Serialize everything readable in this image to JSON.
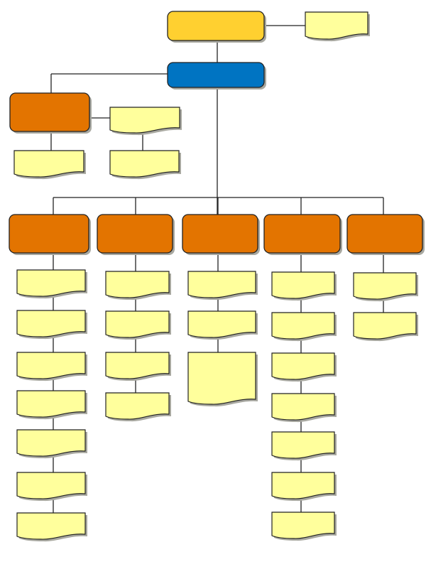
{
  "colors": {
    "root": "#FFD030",
    "manager": "#0074C2",
    "department": "#E37400",
    "document": "#FFFF9C",
    "stroke": "#222222",
    "shadow": "#A8A8A0"
  },
  "chart_data": {
    "type": "org-chart",
    "nodes": {
      "root": {
        "kind": "rounded-box",
        "note_documents": 1
      },
      "manager": {
        "kind": "rounded-box"
      },
      "left_department": {
        "kind": "rounded-box",
        "side_document_chain": 2,
        "child_documents": 1
      },
      "departments": [
        {
          "child_documents": 7
        },
        {
          "child_documents": 4
        },
        {
          "child_documents": 3
        },
        {
          "child_documents": 7
        },
        {
          "child_documents": 2
        }
      ]
    }
  }
}
